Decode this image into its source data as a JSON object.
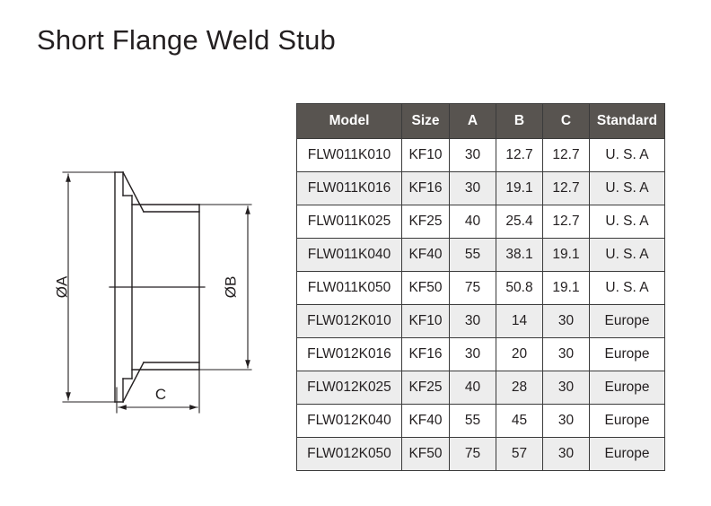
{
  "page": {
    "title": "Short Flange Weld Stub"
  },
  "drawing": {
    "name": "short-flange-weld-stub-cross-section",
    "labels": {
      "outer_diameter": "ØA",
      "inner_diameter": "ØB",
      "length": "C"
    }
  },
  "table": {
    "columns": [
      "Model",
      "Size",
      "A",
      "B",
      "C",
      "Standard"
    ],
    "rows": [
      {
        "model": "FLW011K010",
        "size": "KF10",
        "a": "30",
        "b": "12.7",
        "c": "12.7",
        "standard": "U. S. A"
      },
      {
        "model": "FLW011K016",
        "size": "KF16",
        "a": "30",
        "b": "19.1",
        "c": "12.7",
        "standard": "U. S. A"
      },
      {
        "model": "FLW011K025",
        "size": "KF25",
        "a": "40",
        "b": "25.4",
        "c": "12.7",
        "standard": "U. S. A"
      },
      {
        "model": "FLW011K040",
        "size": "KF40",
        "a": "55",
        "b": "38.1",
        "c": "19.1",
        "standard": "U. S. A"
      },
      {
        "model": "FLW011K050",
        "size": "KF50",
        "a": "75",
        "b": "50.8",
        "c": "19.1",
        "standard": "U. S. A"
      },
      {
        "model": "FLW012K010",
        "size": "KF10",
        "a": "30",
        "b": "14",
        "c": "30",
        "standard": "Europe"
      },
      {
        "model": "FLW012K016",
        "size": "KF16",
        "a": "30",
        "b": "20",
        "c": "30",
        "standard": "Europe"
      },
      {
        "model": "FLW012K025",
        "size": "KF25",
        "a": "40",
        "b": "28",
        "c": "30",
        "standard": "Europe"
      },
      {
        "model": "FLW012K040",
        "size": "KF40",
        "a": "55",
        "b": "45",
        "c": "30",
        "standard": "Europe"
      },
      {
        "model": "FLW012K050",
        "size": "KF50",
        "a": "75",
        "b": "57",
        "c": "30",
        "standard": "Europe"
      }
    ]
  },
  "colors": {
    "header_background": "#585450",
    "header_text": "#ffffff",
    "row_stripe": "#ededed",
    "row_base": "#ffffff",
    "border": "#3b3b3b",
    "text": "#231f20",
    "drawing_line": "#231f20"
  }
}
